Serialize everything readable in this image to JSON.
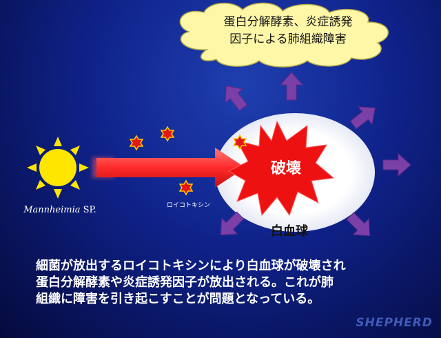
{
  "cloud": {
    "line1": "蛋白分解酵素、炎症誘発",
    "line2": "因子による肺組織障害"
  },
  "burst_label": "破壊",
  "white_blood_cell_label": "白血球",
  "toxin_label": "ロイコトキシン",
  "bacteria": {
    "genus": "Mannheimia",
    "suffix": " SP."
  },
  "caption": {
    "line1": "細菌が放出するロイコトキシンにより白血球が破壊され",
    "line2": "蛋白分解酵素や炎症誘発因子が放出される。これが肺",
    "line3": "組織に障害を引き起こすことが問題となっている。"
  },
  "watermark": "SHEPHERD",
  "colors": {
    "background": "#0f228a",
    "cloud": "#fff7a8",
    "sun": "#ffe600",
    "toxin_arrow": "#ff2a2a",
    "burst": "#ee1111",
    "release_arrows": "#7b3fa8",
    "cell": "#ffffff"
  },
  "icons": [
    "sun-icon",
    "star-icon",
    "explosion-icon",
    "arrow-icon",
    "cloud-icon"
  ]
}
